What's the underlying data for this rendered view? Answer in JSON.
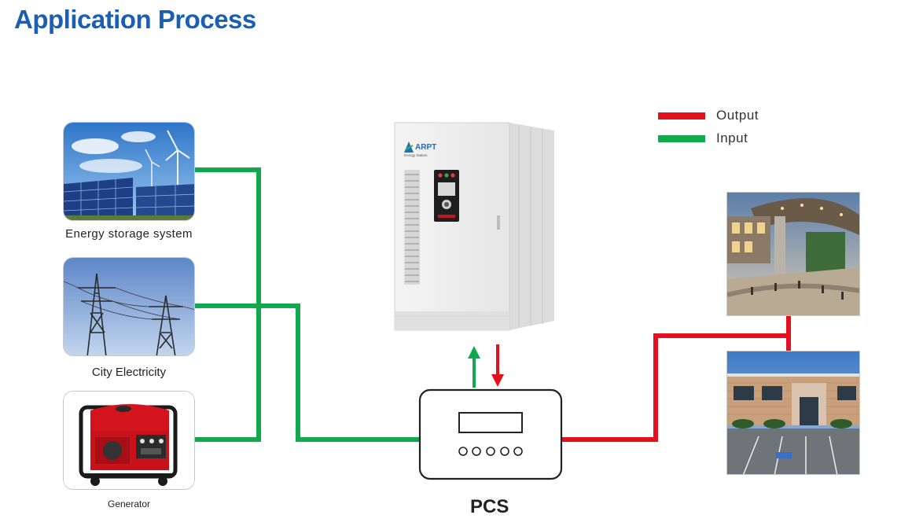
{
  "title": "Application Process",
  "legend": {
    "output": {
      "label": "Output",
      "color": "#e3101e"
    },
    "input": {
      "label": "Input",
      "color": "#12a94e"
    }
  },
  "sources": [
    {
      "label": "Energy storage system",
      "icon": "solar-wind-photo"
    },
    {
      "label": "City Electricity",
      "icon": "power-tower-photo"
    },
    {
      "label": "Generator",
      "icon": "generator-photo"
    }
  ],
  "cabinet": {
    "brand": "ARPT",
    "brand_sub": "Energy Station"
  },
  "pcs": {
    "label": "PCS"
  },
  "loads": [
    {
      "icon": "shopping-mall-photo"
    },
    {
      "icon": "office-building-photo"
    }
  ]
}
